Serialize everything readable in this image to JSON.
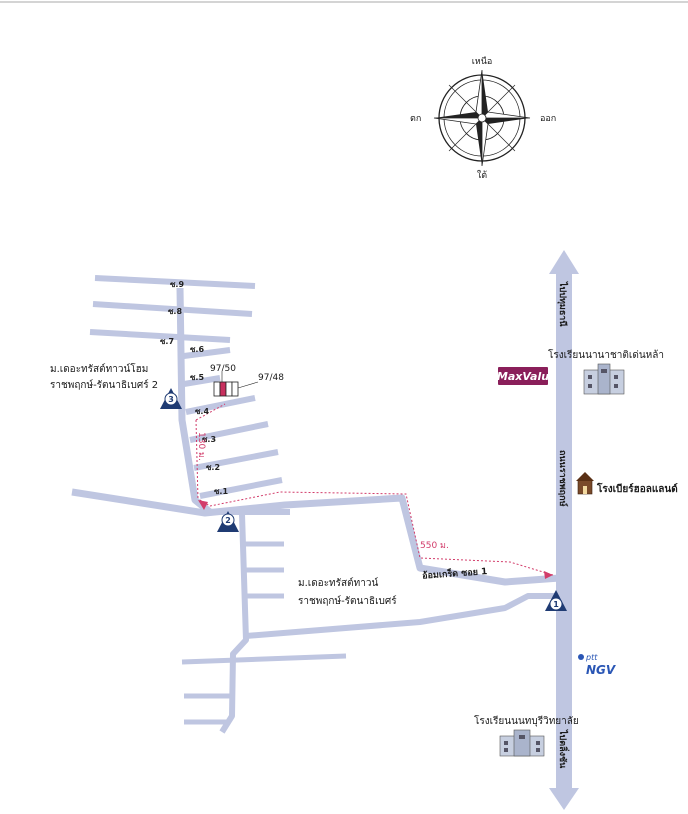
{
  "compass": {
    "north": "เหนือ",
    "south": "ใต้",
    "east": "ออก",
    "west": "ตก"
  },
  "places": {
    "village_home": [
      "ม.เดอะทรัสต์ทาวน์โฮม",
      "ราชพฤกษ์-รัตนาธิเบศร์ 2"
    ],
    "village_town": [
      "ม.เดอะทรัสต์ทาวน์",
      "ราชพฤกษ์-รัตนาธิเบศร์"
    ],
    "school_1": "โรงเรียนนานาชาติเด่นหล้า",
    "school_2": "โรงเรียนนนทบุรีวิทยาลัย",
    "beer": "โรงเบียร์ฮอลแลนด์",
    "maxvalu": "MaxValu",
    "ptt": "ptt",
    "ngv": "NGV"
  },
  "roads": {
    "main_road": "ถนนราชพฤกษ์",
    "to_north": "ไปปทุมธานี",
    "to_south": "ไปตลิ่งชัน",
    "soi_road": "อ้อมเกร็ด ซอย 1"
  },
  "units": {
    "u_9750": "97/50",
    "u_9748": "97/48"
  },
  "distances": {
    "d550": "550 ม.",
    "d130": "130 ม."
  },
  "soi_labels": [
    "ซ.9",
    "ซ.8",
    "ซ.7",
    "ซ.6",
    "ซ.5",
    "ซ.4",
    "ซ.3",
    "ซ.2",
    "ซ.1"
  ],
  "markers": [
    "1",
    "2",
    "3"
  ],
  "colors": {
    "road": "#bfc6e1",
    "route": "#d23c6a",
    "marker": "#1f3b73",
    "maxvalu": "#8a1f5a"
  }
}
